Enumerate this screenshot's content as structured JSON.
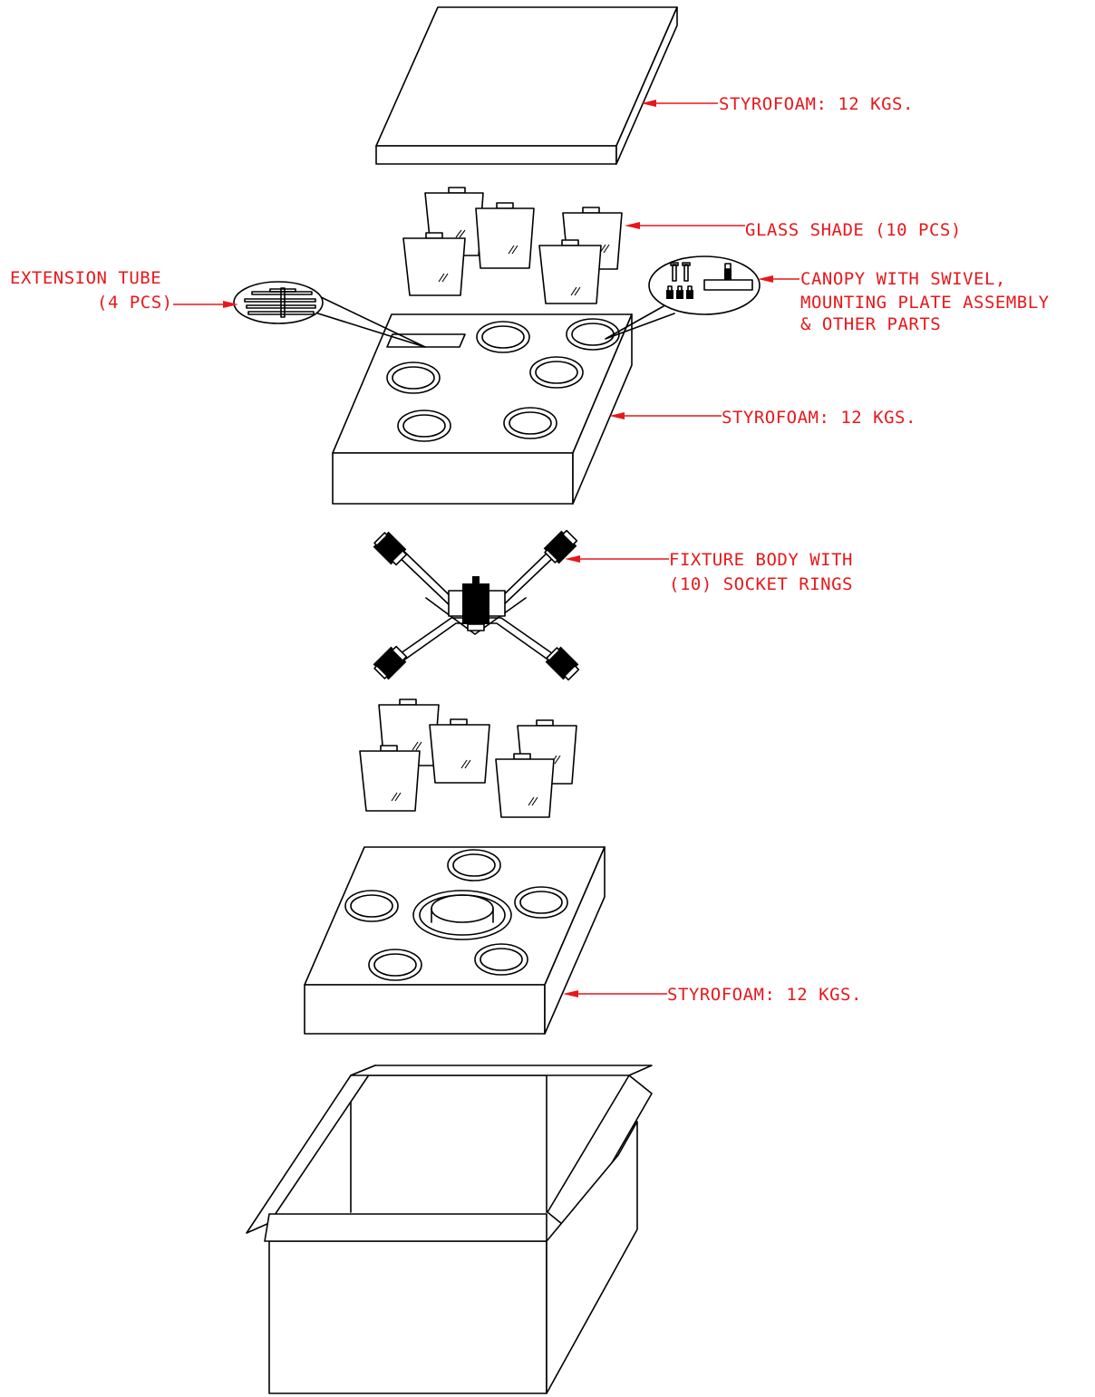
{
  "labels": {
    "styrofoam_top": "STYROFOAM: 12 KGS.",
    "glass_shade": "GLASS SHADE (10 PCS)",
    "extension_tube_line1": "EXTENSION TUBE",
    "extension_tube_line2": "(4 PCS)",
    "canopy_line1": "CANOPY WITH SWIVEL,",
    "canopy_line2": "MOUNTING PLATE ASSEMBLY",
    "canopy_line3": "& OTHER PARTS",
    "styrofoam_middle": "STYROFOAM: 12 KGS.",
    "fixture_line1": "FIXTURE BODY WITH",
    "fixture_line2": "(10) SOCKET RINGS",
    "styrofoam_bottom": "STYROFOAM: 12 KGS."
  },
  "colors": {
    "label": "#e8171b",
    "linework": "#000000",
    "background": "#ffffff"
  }
}
